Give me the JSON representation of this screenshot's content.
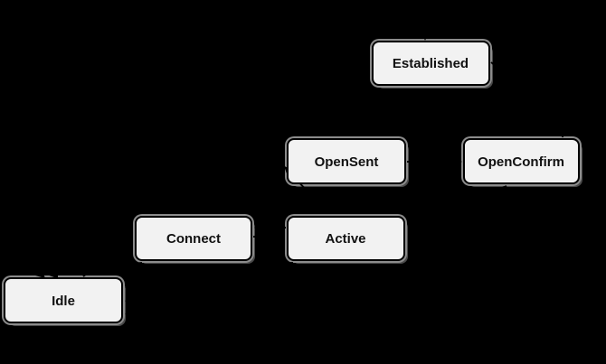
{
  "diagram": {
    "type": "state-machine",
    "background_color": "#000000",
    "node_fill_color": "#f2f2f2",
    "node_border_color": "#000000",
    "node_halo_color": "#8c8c8c",
    "node_shadow_color": "#4a4a4a",
    "label_color": "#111111",
    "nodes": [
      {
        "id": "idle",
        "label": "Idle"
      },
      {
        "id": "connect",
        "label": "Connect"
      },
      {
        "id": "active",
        "label": "Active"
      },
      {
        "id": "opensent",
        "label": "OpenSent"
      },
      {
        "id": "openconfirm",
        "label": "OpenConfirm"
      },
      {
        "id": "established",
        "label": "Established"
      }
    ],
    "transitions": [
      {
        "from": "Idle",
        "to": "Connect"
      },
      {
        "from": "Connect",
        "to": "Active"
      },
      {
        "from": "Connect",
        "to": "OpenSent"
      },
      {
        "from": "Connect",
        "to": "Idle"
      },
      {
        "from": "Active",
        "to": "Connect"
      },
      {
        "from": "Active",
        "to": "OpenSent"
      },
      {
        "from": "Active",
        "to": "Idle"
      },
      {
        "from": "OpenSent",
        "to": "Active"
      },
      {
        "from": "OpenSent",
        "to": "OpenConfirm"
      },
      {
        "from": "OpenSent",
        "to": "Idle"
      },
      {
        "from": "OpenConfirm",
        "to": "Established"
      },
      {
        "from": "OpenConfirm",
        "to": "Idle"
      },
      {
        "from": "Established",
        "to": "Idle"
      }
    ]
  }
}
